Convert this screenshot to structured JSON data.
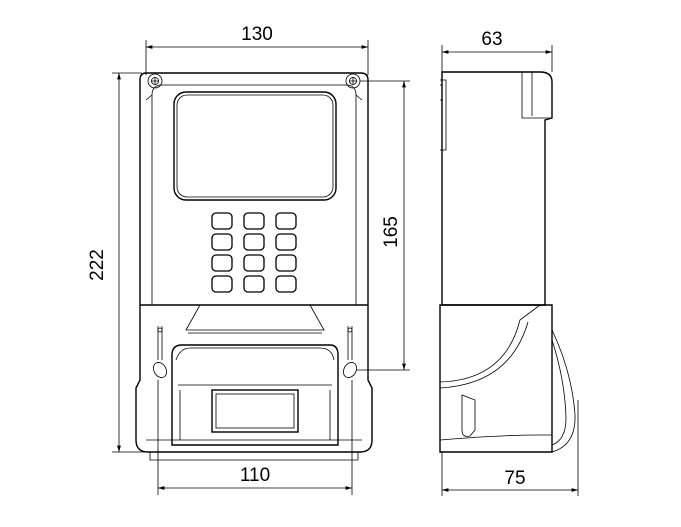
{
  "dimensions": {
    "front_width": "130",
    "front_height": "222",
    "keypad_height": "165",
    "bottom_width": "110",
    "side_depth_top": "63",
    "side_depth_bottom": "75"
  },
  "keypad": {
    "rows": 4,
    "cols": 3
  }
}
